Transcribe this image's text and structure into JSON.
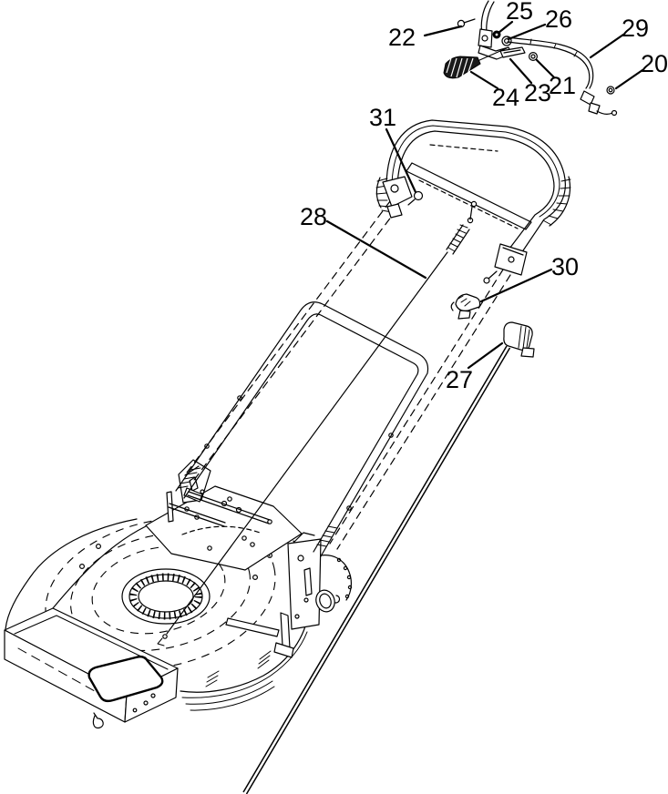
{
  "diagram": {
    "figure_type": "exploded parts diagram",
    "subject": "walk-behind lawn mower handle, control cables and deck assembly",
    "background_color": "#ffffff",
    "line_color": "#000000",
    "callouts": [
      {
        "label": "20"
      },
      {
        "label": "21"
      },
      {
        "label": "22"
      },
      {
        "label": "23"
      },
      {
        "label": "24"
      },
      {
        "label": "25"
      },
      {
        "label": "26"
      },
      {
        "label": "27"
      },
      {
        "label": "28"
      },
      {
        "label": "29"
      },
      {
        "label": "30"
      },
      {
        "label": "31"
      }
    ]
  }
}
